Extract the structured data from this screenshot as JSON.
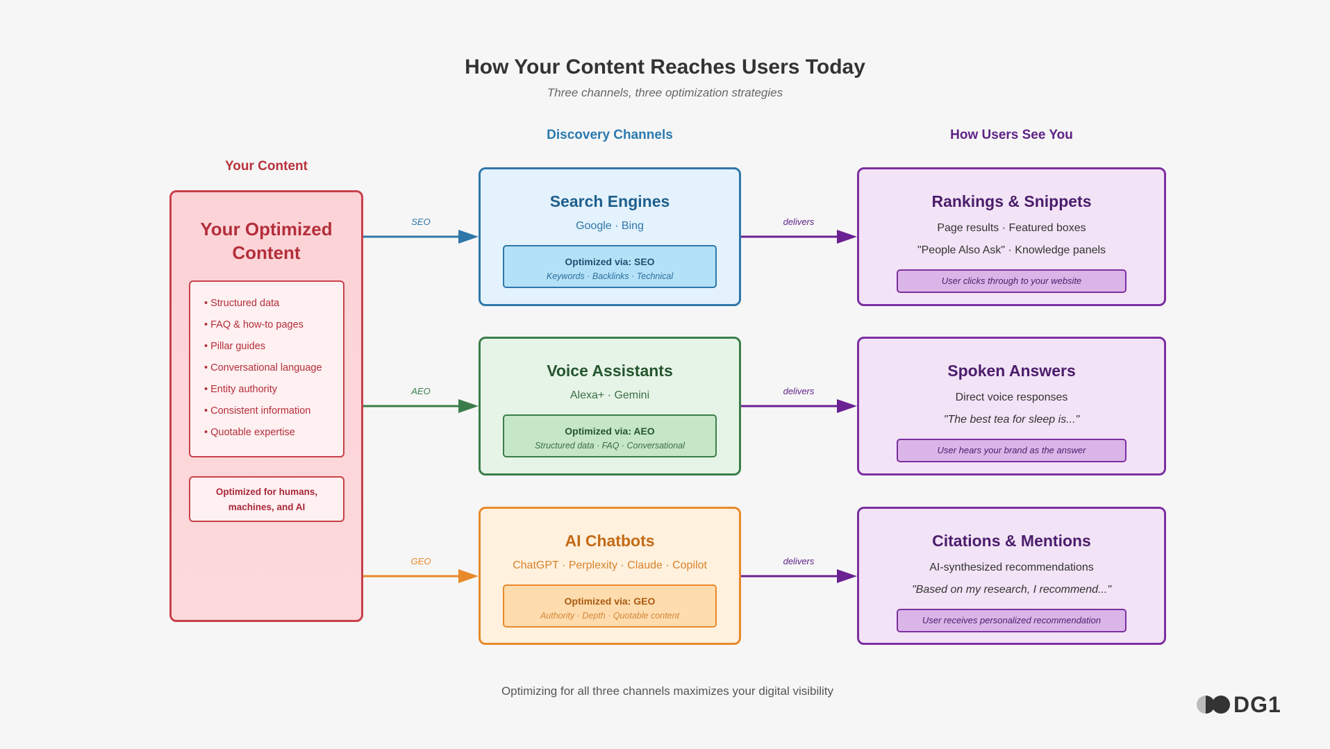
{
  "title": "How Your Content Reaches Users Today",
  "subtitle": "Three channels, three optimization strategies",
  "headers": {
    "content": "Your Content",
    "channels": "Discovery Channels",
    "users": "How Users See You"
  },
  "content": {
    "title": "Your Optimized Content",
    "items": [
      "• Structured data",
      "• FAQ & how-to pages",
      "• Pillar guides",
      "• Conversational language",
      "• Entity authority",
      "• Consistent information",
      "• Quotable expertise"
    ],
    "note": "Optimized for humans, machines, and AI"
  },
  "channels": [
    {
      "title": "Search Engines",
      "sub": "Google · Bing",
      "opt": "Optimized via: SEO",
      "tactics": "Keywords · Backlinks · Technical",
      "arrow": "SEO",
      "color": "#2e77a8"
    },
    {
      "title": "Voice Assistants",
      "sub": "Alexa+ · Gemini",
      "opt": "Optimized via: AEO",
      "tactics": "Structured data · FAQ · Conversational",
      "arrow": "AEO",
      "color": "#3b7d4a"
    },
    {
      "title": "AI Chatbots",
      "sub": "ChatGPT · Perplexity · Claude · Copilot",
      "opt": "Optimized via: GEO",
      "tactics": "Authority · Depth · Quotable content",
      "arrow": "GEO",
      "color": "#e8892a"
    }
  ],
  "results": [
    {
      "title": "Rankings & Snippets",
      "l1": "Page results · Featured boxes",
      "l2": "\"People Also Ask\" · Knowledge panels",
      "pill": "User clicks through to your website",
      "arrow": "delivers"
    },
    {
      "title": "Spoken Answers",
      "l1": "Direct voice responses",
      "l2": "\"The best tea for sleep is...\"",
      "pill": "User hears your brand as the answer",
      "arrow": "delivers"
    },
    {
      "title": "Citations & Mentions",
      "l1": "AI-synthesized recommendations",
      "l2": "\"Based on my research, I recommend...\"",
      "pill": "User receives personalized recommendation",
      "arrow": "delivers"
    }
  ],
  "footer": "Optimizing for all three channels maximizes your digital visibility",
  "logo": "DG1"
}
